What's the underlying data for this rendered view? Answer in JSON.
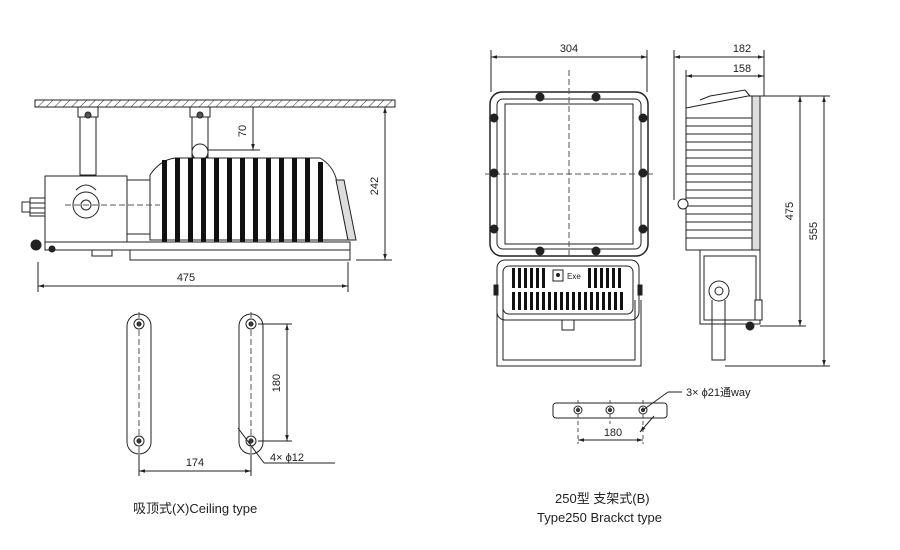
{
  "ceiling_view": {
    "dim_width": "475",
    "dim_height": "242",
    "dim_hanger": "70"
  },
  "ceiling_plate": {
    "dim_holes_x": "174",
    "dim_holes_y": "180",
    "hole_note": "4× ϕ12"
  },
  "bracket_front": {
    "dim_width": "304",
    "badge_text": "Exe"
  },
  "bracket_side": {
    "dim_depth_outer": "182",
    "dim_depth_inner": "158",
    "dim_height_body": "475",
    "dim_height_total": "555"
  },
  "bracket_plate": {
    "dim_holes": "180",
    "hole_note": "3× ϕ21通way"
  },
  "captions": {
    "ceiling_type": "吸顶式(X)Ceiling type",
    "bracket_type_cn": "250型 支架式(B)",
    "bracket_type_en": "Type250 Brackct type"
  }
}
